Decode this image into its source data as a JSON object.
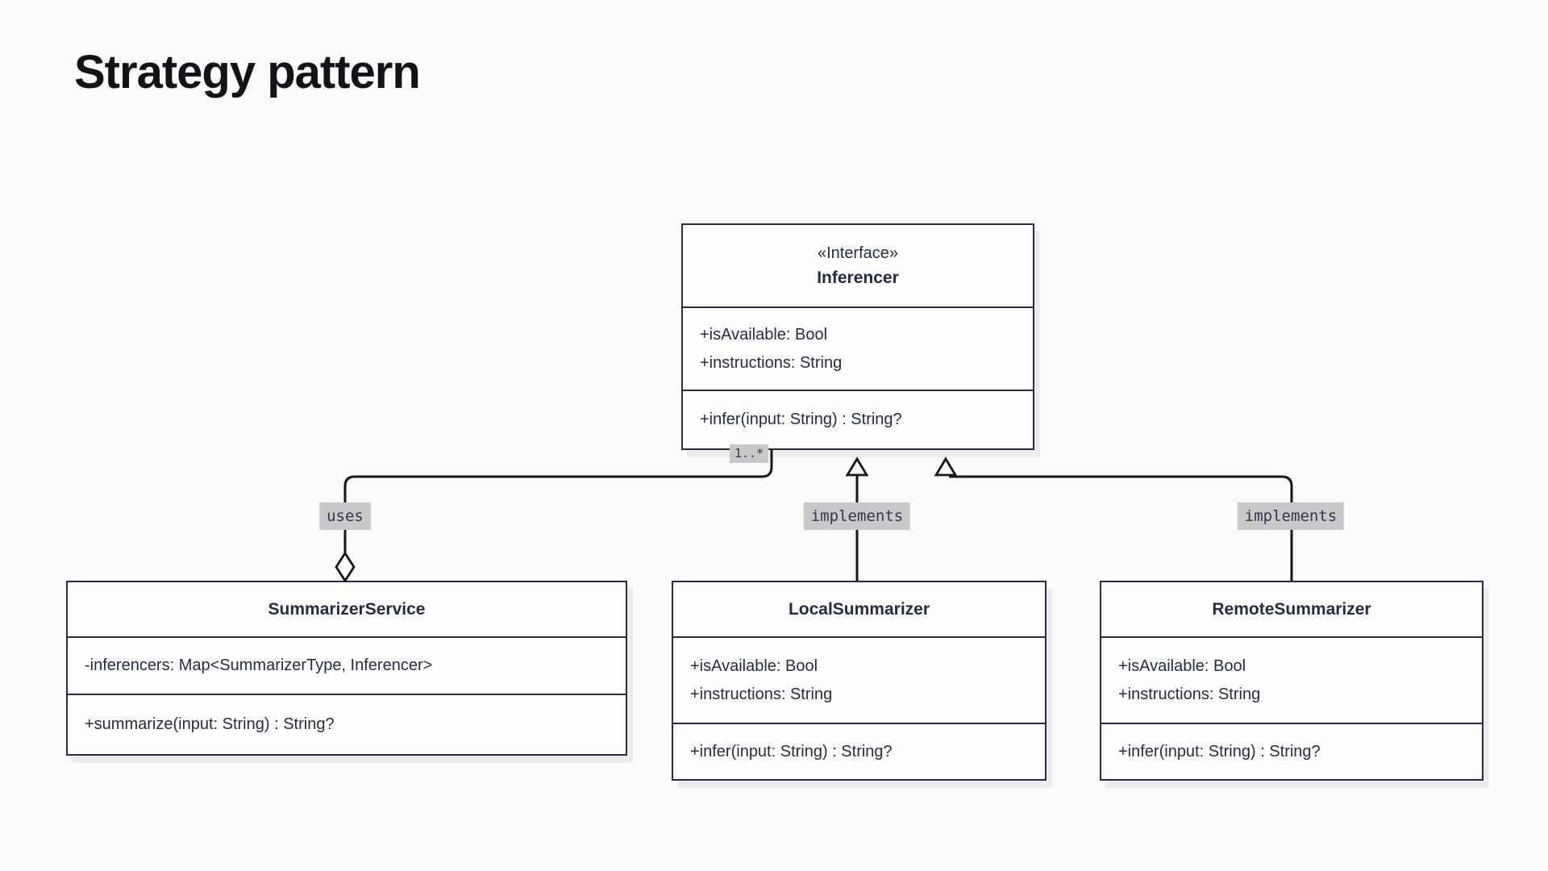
{
  "page": {
    "title": "Strategy pattern",
    "background_color": "#fbfbfb"
  },
  "colors": {
    "box_border": "#272c42",
    "box_fill": "#fdfdfd",
    "text": "#272c42",
    "connector": "#161616",
    "chip_background": "#c9c9c9",
    "shadow": "#ececec"
  },
  "classes": {
    "inferencer": {
      "stereotype": "«Interface»",
      "name": "Inferencer",
      "attributes": [
        "+isAvailable: Bool",
        "+instructions: String"
      ],
      "methods": [
        "+infer(input: String) : String?"
      ]
    },
    "summarizer_service": {
      "name": "SummarizerService",
      "attributes": [
        "-inferencers: Map<SummarizerType, Inferencer>"
      ],
      "methods": [
        "+summarize(input: String) : String?"
      ]
    },
    "local_summarizer": {
      "name": "LocalSummarizer",
      "attributes": [
        "+isAvailable: Bool",
        "+instructions: String"
      ],
      "methods": [
        "+infer(input: String) : String?"
      ]
    },
    "remote_summarizer": {
      "name": "RemoteSummarizer",
      "attributes": [
        "+isAvailable: Bool",
        "+instructions: String"
      ],
      "methods": [
        "+infer(input: String) : String?"
      ]
    }
  },
  "relationships": {
    "uses": {
      "label": "uses",
      "multiplicity": "1..*",
      "type": "aggregation"
    },
    "implements_local": {
      "label": "implements",
      "type": "realization"
    },
    "implements_remote": {
      "label": "implements",
      "type": "realization"
    }
  }
}
